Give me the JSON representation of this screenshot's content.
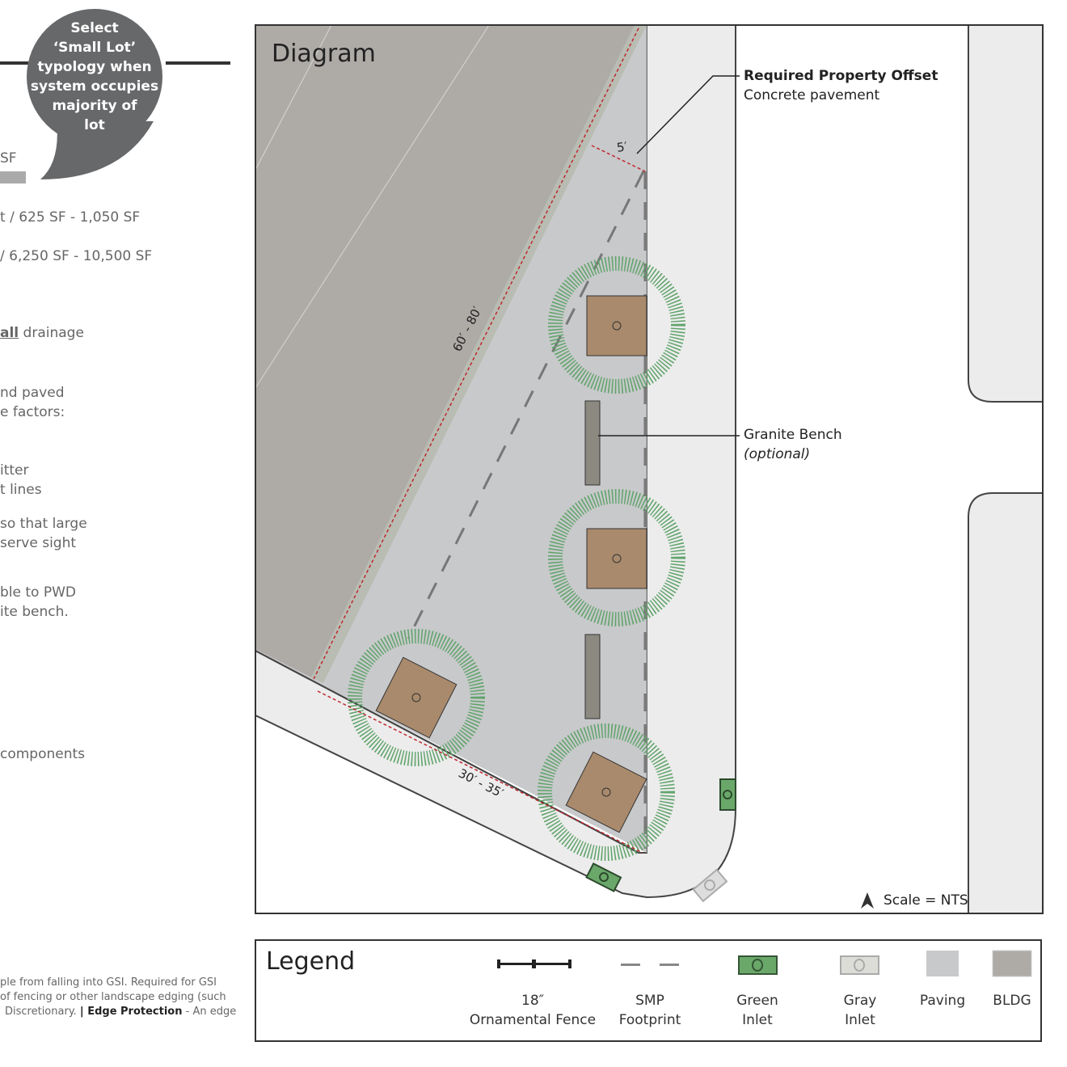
{
  "sidebar": {
    "bubble": "Select\n‘Small Lot’\ntypology when\nsystem occupies\nmajority of\nlot",
    "lines": [
      "SF",
      "t / 625 SF - 1,050 SF",
      "/ 6,250 SF - 10,500 SF",
      "all",
      "drainage",
      "nd paved",
      "e factors:",
      "itter",
      "t lines",
      "so that large",
      "serve sight",
      "ble to PWD",
      "ite bench.",
      "components"
    ],
    "footnote": {
      "l1": "ple from falling into GSI.  Required for GSI",
      "l2": "of fencing or other landscape edging (such",
      "l3a": "Discretionary.  ",
      "l3b": "| Edge Protection",
      "l3c": " - An edge"
    }
  },
  "diagram": {
    "title": "Diagram",
    "offset_title": "Required Property Offset",
    "offset_sub": "Concrete pavement",
    "dim_offset": "5′",
    "dim_depth": "60′ - 80′",
    "dim_width": "30′ - 35′",
    "bench_title": "Granite Bench",
    "bench_sub": "(optional)",
    "scale": "Scale = NTS"
  },
  "legend": {
    "title": "Legend",
    "items": [
      {
        "label": "18″\nOrnamental Fence"
      },
      {
        "label": "SMP\nFootprint"
      },
      {
        "label": "Green\nInlet"
      },
      {
        "label": "Gray\nInlet"
      },
      {
        "label": "Paving"
      },
      {
        "label": "BLDG"
      }
    ]
  },
  "colors": {
    "building": "#aeaba7",
    "paving": "#c8c9cb",
    "sidewalk": "#ececec",
    "tree": "#5fa36a",
    "planter": "#a98a6c",
    "inlet_green": "#6aa86a",
    "offset": "#c0282f"
  }
}
